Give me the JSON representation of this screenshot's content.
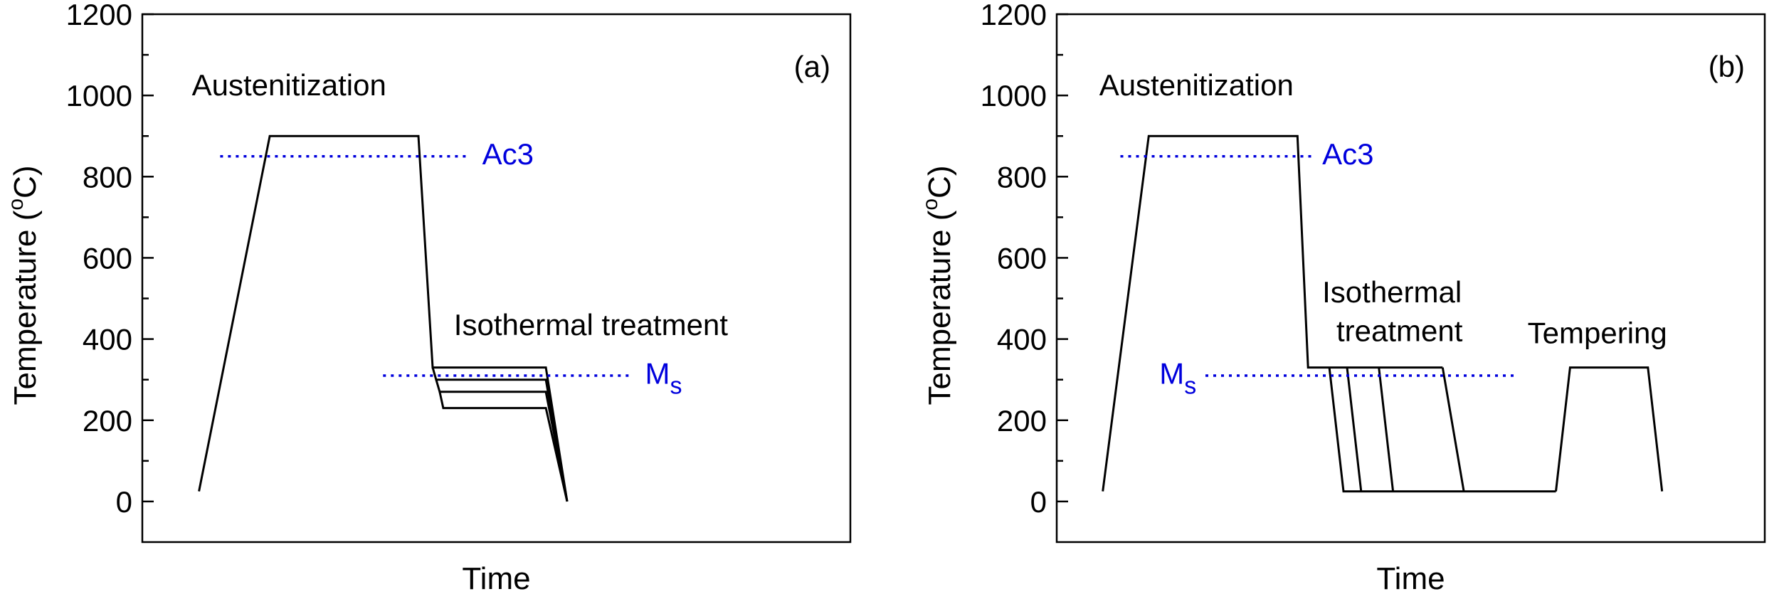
{
  "chart_data": [
    {
      "type": "line",
      "panel_label": "(a)",
      "xlabel": "Time",
      "ylabel": "Temperature (",
      "ylabel_sup": "o",
      "ylabel_tail": "C)",
      "ylim": [
        -100,
        1200
      ],
      "yticks": [
        0,
        200,
        400,
        600,
        800,
        1000,
        1200
      ],
      "yminor": [
        100,
        300,
        500,
        700,
        900,
        1100
      ],
      "xlim": [
        0,
        100
      ],
      "grid": false,
      "series": [
        {
          "style": "solid",
          "color": "#000000",
          "points": [
            [
              8,
              25
            ],
            [
              18,
              900
            ],
            [
              39,
              900
            ],
            [
              41,
              330
            ],
            [
              57,
              330
            ],
            [
              60,
              0
            ]
          ]
        },
        {
          "style": "solid",
          "color": "#000000",
          "points": [
            [
              41,
              330
            ],
            [
              41.5,
              300
            ],
            [
              57,
              300
            ],
            [
              60,
              0
            ]
          ]
        },
        {
          "style": "solid",
          "color": "#000000",
          "points": [
            [
              41.5,
              300
            ],
            [
              42,
              270
            ],
            [
              57,
              270
            ],
            [
              60,
              0
            ]
          ]
        },
        {
          "style": "solid",
          "color": "#000000",
          "points": [
            [
              42,
              270
            ],
            [
              42.5,
              230
            ],
            [
              57,
              230
            ],
            [
              60,
              0
            ]
          ]
        },
        {
          "style": "dotted",
          "color": "#0000dd",
          "points": [
            [
              11,
              850
            ],
            [
              46,
              850
            ]
          ]
        },
        {
          "style": "dotted",
          "color": "#0000dd",
          "points": [
            [
              34,
              310
            ],
            [
              69,
              310
            ]
          ]
        }
      ],
      "annotations": [
        {
          "text": "Austenitization",
          "x": 7,
          "y": 1000,
          "color": "#000000"
        },
        {
          "text": "Ac3",
          "x": 48,
          "y": 830,
          "color": "#0000dd"
        },
        {
          "text": "Isothermal treatment",
          "x": 44,
          "y": 410,
          "color": "#000000"
        },
        {
          "text": "M",
          "sub": "s",
          "x": 71,
          "y": 290,
          "color": "#0000dd"
        }
      ]
    },
    {
      "type": "line",
      "panel_label": "(b)",
      "xlabel": "Time",
      "ylabel": "Temperature (",
      "ylabel_sup": "o",
      "ylabel_tail": "C)",
      "ylim": [
        -100,
        1200
      ],
      "yticks": [
        0,
        200,
        400,
        600,
        800,
        1000,
        1200
      ],
      "yminor": [
        100,
        300,
        500,
        700,
        900,
        1100
      ],
      "xlim": [
        0,
        100
      ],
      "grid": false,
      "series": [
        {
          "style": "solid",
          "color": "#000000",
          "points": [
            [
              6.5,
              25
            ],
            [
              13,
              900
            ],
            [
              34,
              900
            ],
            [
              35.5,
              330
            ],
            [
              54.5,
              330
            ]
          ]
        },
        {
          "style": "solid",
          "color": "#000000",
          "points": [
            [
              38.5,
              330
            ],
            [
              40.5,
              25
            ],
            [
              70.5,
              25
            ]
          ]
        },
        {
          "style": "solid",
          "color": "#000000",
          "points": [
            [
              41,
              330
            ],
            [
              43,
              25
            ]
          ]
        },
        {
          "style": "solid",
          "color": "#000000",
          "points": [
            [
              45.5,
              330
            ],
            [
              47.5,
              25
            ]
          ]
        },
        {
          "style": "solid",
          "color": "#000000",
          "points": [
            [
              54.5,
              330
            ],
            [
              57.5,
              25
            ]
          ]
        },
        {
          "style": "solid",
          "color": "#000000",
          "points": [
            [
              70.5,
              25
            ],
            [
              72.5,
              330
            ],
            [
              83.5,
              330
            ],
            [
              85.5,
              25
            ]
          ]
        },
        {
          "style": "dotted",
          "color": "#0000dd",
          "points": [
            [
              9,
              850
            ],
            [
              36,
              850
            ]
          ]
        },
        {
          "style": "dotted",
          "color": "#0000dd",
          "points": [
            [
              21,
              310
            ],
            [
              65,
              310
            ]
          ]
        }
      ],
      "annotations": [
        {
          "text": "Austenitization",
          "x": 6,
          "y": 1000,
          "color": "#000000"
        },
        {
          "text": "Ac3",
          "x": 37.5,
          "y": 830,
          "color": "#0000dd"
        },
        {
          "text": "Isothermal",
          "x": 37.5,
          "y": 490,
          "color": "#000000"
        },
        {
          "text": "treatment",
          "x": 39.5,
          "y": 395,
          "color": "#000000"
        },
        {
          "text": "Tempering",
          "x": 66.5,
          "y": 390,
          "color": "#000000"
        },
        {
          "text": "M",
          "sub": "s",
          "x": 14.5,
          "y": 290,
          "color": "#0000dd"
        }
      ]
    }
  ]
}
